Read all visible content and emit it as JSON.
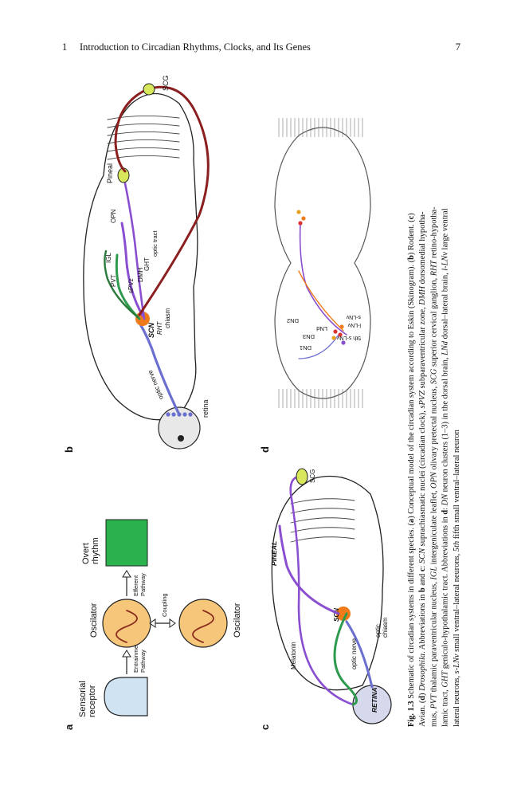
{
  "header": {
    "chapter_number": "1",
    "chapter_title": "Introduction to Circadian Rhythms, Clocks, and Its Genes",
    "page_number": "7"
  },
  "figure": {
    "panel_a": {
      "letter": "a",
      "sensorial_receptor": [
        "Sensorial",
        "receptor"
      ],
      "oscilator_top": "Oscilator",
      "oscilator_bottom": "Oscilator",
      "entrainment": [
        "Entrainment",
        "Pathway"
      ],
      "efferent": [
        "Efferent",
        "Pathway"
      ],
      "coupling": "Coupling",
      "overt_rhythm": [
        "Overt",
        "rhythm"
      ]
    },
    "panel_b": {
      "letter": "b",
      "labels": {
        "pineal": "Pineal",
        "scg": "SCG",
        "opn": "OPN",
        "igl": "IGL",
        "pvt": "PVT",
        "spvz": "sPVz",
        "dmh": "DMH",
        "ght": "GHT",
        "optic_tract": "optic tract",
        "scn": "SCN",
        "rht": "RHT",
        "chiasm": "chiasm",
        "optic_nerve": "optic nerve",
        "retina": "retina"
      }
    },
    "panel_c": {
      "letter": "c",
      "labels": {
        "melatonin": "Melatonin",
        "pineal": "PINEAL",
        "scg": "SCG",
        "scn": "SCN",
        "optic_nerve": "optic nerve",
        "optic_chiasm": [
          "optic",
          "chiasm"
        ],
        "retina": "RETINA"
      }
    },
    "panel_d": {
      "letter": "d",
      "labels": {
        "dn1": "DN1",
        "dn2": "DN2",
        "dn3": "DN3",
        "lnd": "LNd",
        "lnv5": "5th s-LNv",
        "llnv": "l-LNv",
        "slnv": "s-LNv"
      }
    },
    "colors": {
      "green": "#2e9a4e",
      "purple": "#8a4fd0",
      "darkred": "#8b1f1f",
      "blue": "#6a6fd0",
      "orange": "#f07b1a",
      "box_green": "#2bb24c",
      "receptor_blue": "#cfe3f2",
      "osc_fill": "#f6c77a"
    }
  },
  "caption": {
    "lines": [
      [
        {
          "b": "Fig. 1.3"
        },
        {
          "t": "  Schematic of circadian systems in different species. ("
        },
        {
          "b": "a"
        },
        {
          "t": ") Conceptual model of the circadian system according to Eskin (Skinogram). ("
        },
        {
          "b": "b"
        },
        {
          "t": ") Rodent. ("
        },
        {
          "b": "c"
        },
        {
          "t": ")"
        }
      ],
      [
        {
          "t": "Avian. ("
        },
        {
          "b": "d"
        },
        {
          "t": ") "
        },
        {
          "i": "Drosophila"
        },
        {
          "t": ". Abbreviations in "
        },
        {
          "b": "b"
        },
        {
          "t": " and "
        },
        {
          "b": "c"
        },
        {
          "t": ": "
        },
        {
          "i": "SCN"
        },
        {
          "t": " suprachiasmatic nuclei (circadian clock), "
        },
        {
          "i": "sPVZ"
        },
        {
          "t": " subparaventricular zone, "
        },
        {
          "i": "DMH"
        },
        {
          "t": " dorsomedial hypotha-"
        }
      ],
      [
        {
          "t": "mus, "
        },
        {
          "i": "PVT"
        },
        {
          "t": " thalamic paraventricular nucleus, "
        },
        {
          "i": "IGL"
        },
        {
          "t": " intergeniculate leaflet, "
        },
        {
          "i": "OPN"
        },
        {
          "t": " olivary pretectal nucleus, "
        },
        {
          "i": "SCG"
        },
        {
          "t": " superior cervical ganglion, "
        },
        {
          "i": "RHT"
        },
        {
          "t": " retino-hypotha-"
        }
      ],
      [
        {
          "t": "lamic tract, "
        },
        {
          "i": "GHT"
        },
        {
          "t": " geniculo-hypothalamic tract. Abbreviations in "
        },
        {
          "b": "d"
        },
        {
          "t": ": "
        },
        {
          "i": "DN"
        },
        {
          "t": " neuron clusters (1–3) in the dorsal brain, "
        },
        {
          "i": "LNd"
        },
        {
          "t": " dorsal–lateral brain, "
        },
        {
          "i": "l-LNv"
        },
        {
          "t": " large ventral"
        }
      ],
      [
        {
          "t": "lateral neurons, "
        },
        {
          "i": "s-LNv"
        },
        {
          "t": " small ventral–lateral neurons, "
        },
        {
          "i": "5th"
        },
        {
          "t": " fifth small ventral–lateral neuron"
        }
      ]
    ]
  }
}
